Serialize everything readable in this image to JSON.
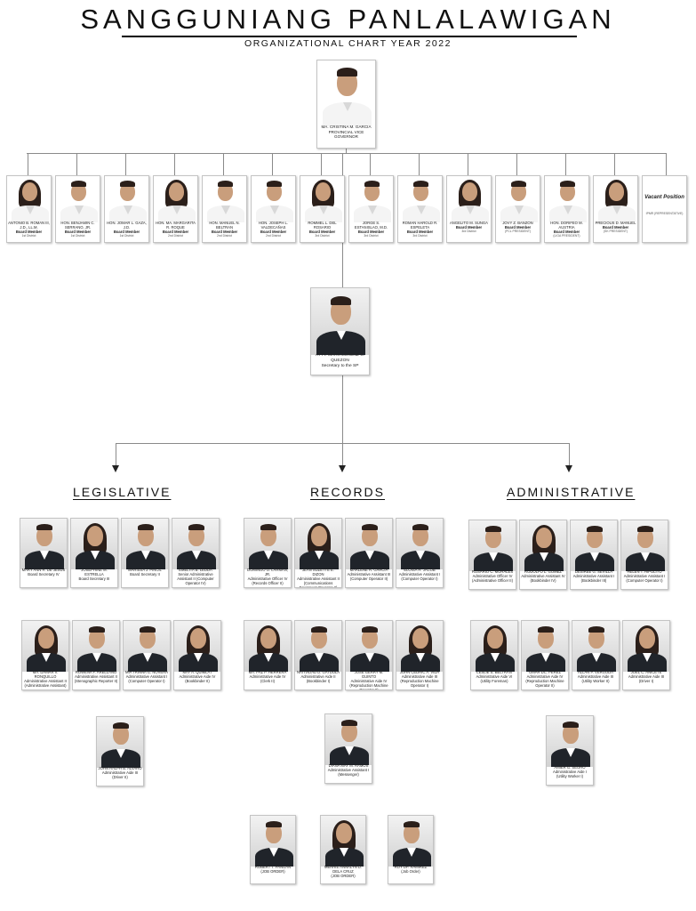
{
  "header": {
    "title": "SANGGUNIANG PANLALAWIGAN",
    "subtitle": "ORGANIZATIONAL CHART YEAR 2022"
  },
  "colors": {
    "text": "#111111",
    "connector": "#8a8a8a",
    "suit": "#20242a"
  },
  "vice_governor": {
    "name": "MA. CRISTINA M. GARCIA",
    "position": "PROVINCIAL VICE GOVERNOR"
  },
  "board_members": [
    {
      "name": "ANTONIO B. ROMAN III, J.D., LL.M.",
      "position": "Board Member",
      "district": "1st District"
    },
    {
      "name": "HON. BENJAMIN C. SERRANO, JR.",
      "position": "Board Member",
      "district": "1st District"
    },
    {
      "name": "HON. JOMAR L. GAZA, J.D.",
      "position": "Board Member",
      "district": "1st District"
    },
    {
      "name": "HON. MA. MARGARITA R. ROQUE",
      "position": "Board Member",
      "district": "2nd District"
    },
    {
      "name": "HON. MANUEL N. BELTRAN",
      "position": "Board Member",
      "district": "2nd District"
    },
    {
      "name": "HON. JOSEPH L. VALDECAÑAS",
      "position": "Board Member",
      "district": "2nd District"
    },
    {
      "name": "ROMMEL L. DEL ROSARIO",
      "position": "Board Member",
      "district": "3rd District"
    },
    {
      "name": "JORGE S. ESTANISLAO, M.D.",
      "position": "Board Member",
      "district": "3rd District"
    },
    {
      "name": "ROMAN HAROLD R. ESPELETA",
      "position": "Board Member",
      "district": "3rd District"
    },
    {
      "name": "ANGELITO M. SUNGA",
      "position": "Board Member",
      "district": "3rd District"
    },
    {
      "name": "JOVY Z. BANZON",
      "position": "Board Member",
      "district": "(PCL PRESIDENT)"
    },
    {
      "name": "HON. DORIFEO M. AUSTRIA",
      "position": "Board Member",
      "district": "(LIGA PRESIDENT)"
    },
    {
      "name": "PRECIOUS D. MANUEL",
      "position": "Board Member",
      "district": "(SK PRESIDENT)"
    }
  ],
  "vacant": {
    "label": "Vacant Position",
    "note": "IPMR (REPRESENTATIVE)"
  },
  "secretary": {
    "name": "ATTY. MARK LORENZ C. QUEZON",
    "position": "Secretary to the SP"
  },
  "sections": {
    "legislative": "LEGISLATIVE",
    "records": "RECORDS",
    "administrative": "ADMINISTRATIVE"
  },
  "legislative": [
    {
      "name": "MARY ANN R. DE JESUS",
      "position": "Board Secretary IV"
    },
    {
      "name": "JOSEPHINE M. ESTRELLA",
      "position": "Board Secretary III"
    },
    {
      "name": "MARISSA J. PINCIL",
      "position": "Board Secretary II"
    },
    {
      "name": "EMELITA B. LEDDA",
      "position": "Senior Administrative Assistant II (Computer Operator IV)"
    },
    {
      "name": "MA. DAMAR V. RONQUILLO",
      "position": "Administrative Assistant II (Administrative Assistant)"
    },
    {
      "name": "ROWENA F. ARELLANO",
      "position": "Administrative Assistant II (Stenographic Reporter II)"
    },
    {
      "name": "MIA TRINNA G. NOVERA",
      "position": "Administrative Assistant I (Computer Operator I)"
    },
    {
      "name": "MAY A. QUIMLAT",
      "position": "Administrative Aide IV (Bookbinder II)"
    },
    {
      "name": "JOHN RALPH B. ALVARO",
      "position": "Administrative Aide III (Driver II)"
    }
  ],
  "records": [
    {
      "name": "DOMINGO O. LARMAN, JR.",
      "position": "Administrative Officer IV (Records Officer II)"
    },
    {
      "name": "JEAN SUZETTE E. DIZON",
      "position": "Administrative Assistant II (Communications Equipment Operator II)"
    },
    {
      "name": "MARLENE R. GARCIA",
      "position": "Administrative Assistant III (Computer Operator II)"
    },
    {
      "name": "ELOISA H. JACOB",
      "position": "Administrative Assistant I (Computer Operator I)"
    },
    {
      "name": "MA. PAZ P. HERRERA",
      "position": "Administrative Aide IV (Clerk II)"
    },
    {
      "name": "NATIVIDAD D. GATDULA",
      "position": "Administrative Aide II (Bookbinder I)"
    },
    {
      "name": "JOSE GERRY M. GUINTO",
      "position": "Administrative Aide IV (Reproduction Machine Operator II)"
    },
    {
      "name": "JOHN CEDRIC A. VIDA",
      "position": "Administrative Aide III (Reproduction Machine Operator I)"
    },
    {
      "name": "DIANA MAY M. RAMOS",
      "position": "Administrative Assistant I (Messenger)"
    }
  ],
  "administrative": [
    {
      "name": "ROSARIO C. MORALES",
      "position": "Administrative Officer IV (Administrative Officer II)"
    },
    {
      "name": "RODOLFO L. GOMEZ",
      "position": "Administrative Assistant IV (Bookbinder IV)"
    },
    {
      "name": "DESIREE G. SEVILLA",
      "position": "Administrative Assistant I (Bookbinder III)"
    },
    {
      "name": "HELEN T. HIPOLITO",
      "position": "Administrative Assistant I (Computer Operator I)"
    },
    {
      "name": "LESLIE S. BELTRAN",
      "position": "Administrative Aide VI (Utility Foreman)"
    },
    {
      "name": "OMAR DC. PEREZ",
      "position": "Administrative Aide IV (Reproduction Machine Operator II)"
    },
    {
      "name": "ALLAN P. VERGODA",
      "position": "Administrative Aide III (Utility Worker II)"
    },
    {
      "name": "JOEL C. ANICETE",
      "position": "Administrative Aide III (Driver I)"
    },
    {
      "name": "AMIER G. SEORO",
      "position": "Administrative Aide I (Utility Worker I)"
    }
  ],
  "job_order": [
    {
      "name": "ROBERT T. PANGAN",
      "position": "(JOB ORDER)"
    },
    {
      "name": "MERRIE ANNALYN D. DELA CRUZ",
      "position": "(JOB ORDER)"
    },
    {
      "name": "ROY DP. RAMIREZ",
      "position": "(Job Order)"
    }
  ]
}
